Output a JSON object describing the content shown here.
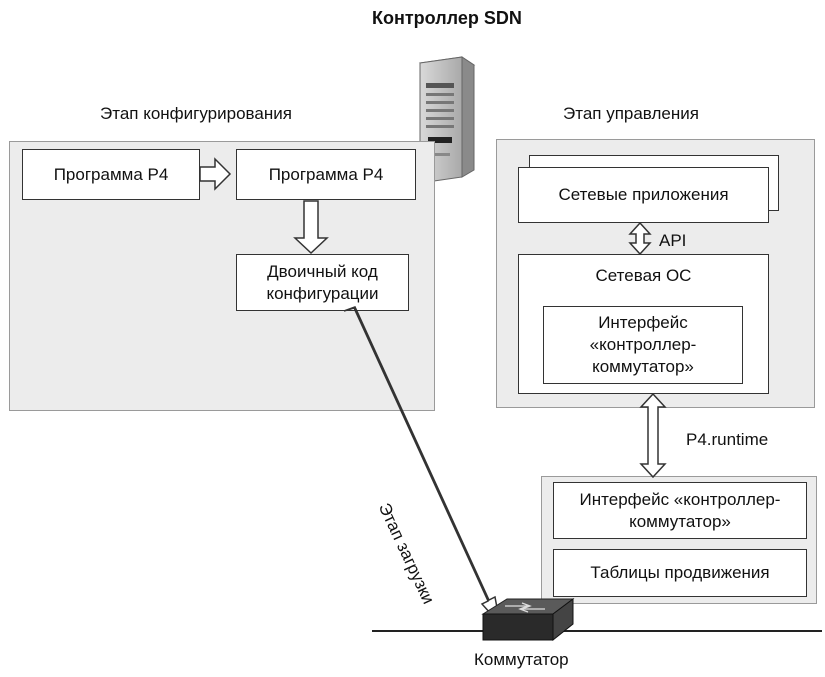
{
  "title": "Контроллер SDN",
  "config_stage": {
    "label": "Этап конфигурирования",
    "program_src": "Программа P4",
    "program_dst": "Программа P4",
    "binary": "Двоичный код\nконфигурации"
  },
  "control_stage": {
    "label": "Этап управления",
    "apps": "Сетевые приложения",
    "api": "API",
    "os": "Сетевая ОС",
    "interface": "Интерфейс\n«контроллер-\nкоммутатор»"
  },
  "runtime_label": "P4.runtime",
  "load_stage_label": "Этап загрузки",
  "switch_panel": {
    "interface": "Интерфейс «контроллер-\nкоммутатор»",
    "tables": "Таблицы продвижения"
  },
  "switch_label": "Коммутатор",
  "icons": [
    "server-icon",
    "switch-icon"
  ]
}
